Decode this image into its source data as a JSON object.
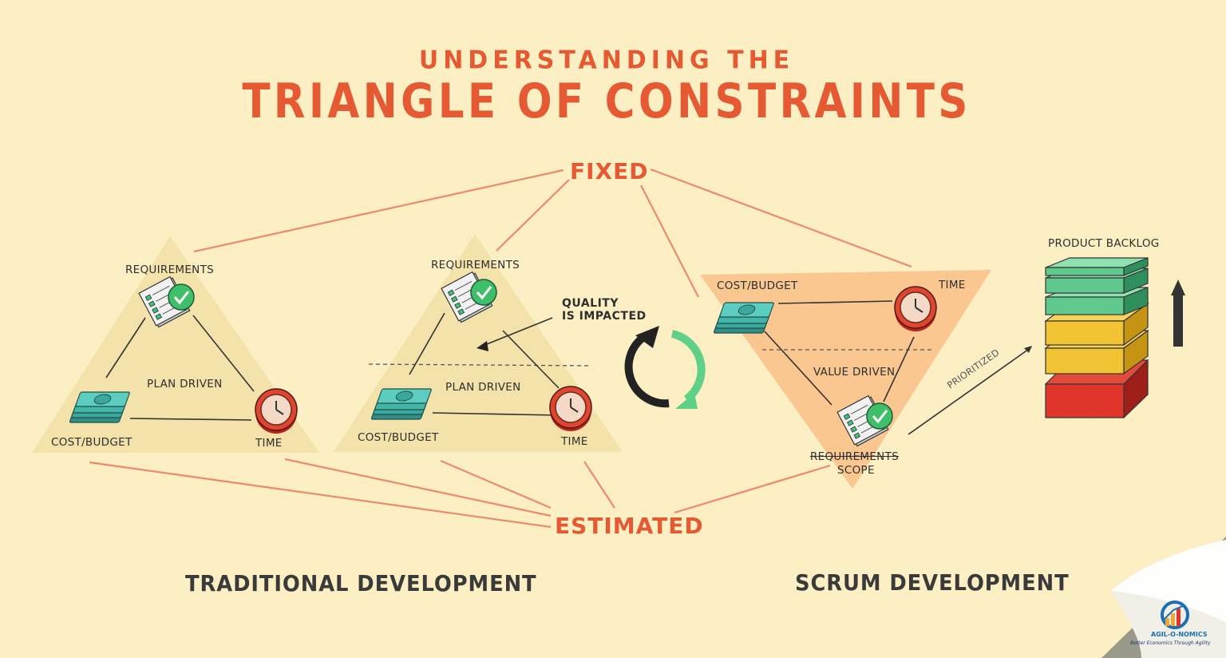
{
  "header": {
    "subtitle": "UNDERSTANDING THE",
    "title": "TRIANGLE OF CONSTRAINTS"
  },
  "labels": {
    "fixed": "FIXED",
    "estimated": "ESTIMATED"
  },
  "traditional": {
    "requirements": "REQUIREMENTS",
    "plan_driven": "PLAN DRIVEN",
    "cost_budget": "COST/BUDGET",
    "time": "TIME"
  },
  "traditional_impacted": {
    "requirements": "REQUIREMENTS",
    "quality_line1": "QUALITY",
    "quality_line2": "IS IMPACTED",
    "plan_driven": "PLAN DRIVEN",
    "cost_budget": "COST/BUDGET",
    "time": "TIME"
  },
  "scrum": {
    "cost_budget": "COST/BUDGET",
    "time": "TIME",
    "value_driven": "VALUE DRIVEN",
    "requirements": "REQUIREMENTS",
    "scope": "SCOPE",
    "prioritized": "PRIORITIZED",
    "product_backlog": "PRODUCT BACKLOG"
  },
  "footer": {
    "traditional": "TRADITIONAL DEVELOPMENT",
    "scrum": "SCRUM DEVELOPMENT"
  },
  "logo": {
    "name": "AGIL-O-NOMICS",
    "tagline": "Better Economics Through Agility"
  },
  "colors": {
    "background": "#fcefc4",
    "accent": "#e55a33",
    "triangle_traditional": "#f3e2a9",
    "triangle_scrum": "#f9c78f",
    "backlog_green": "#5fc98d",
    "backlog_yellow": "#f1c232",
    "backlog_red": "#e0352b"
  },
  "icons": [
    "requirements-doc-icon",
    "check-icon",
    "money-stack-icon",
    "clock-icon",
    "cycle-arrows-icon",
    "up-arrow-icon"
  ]
}
